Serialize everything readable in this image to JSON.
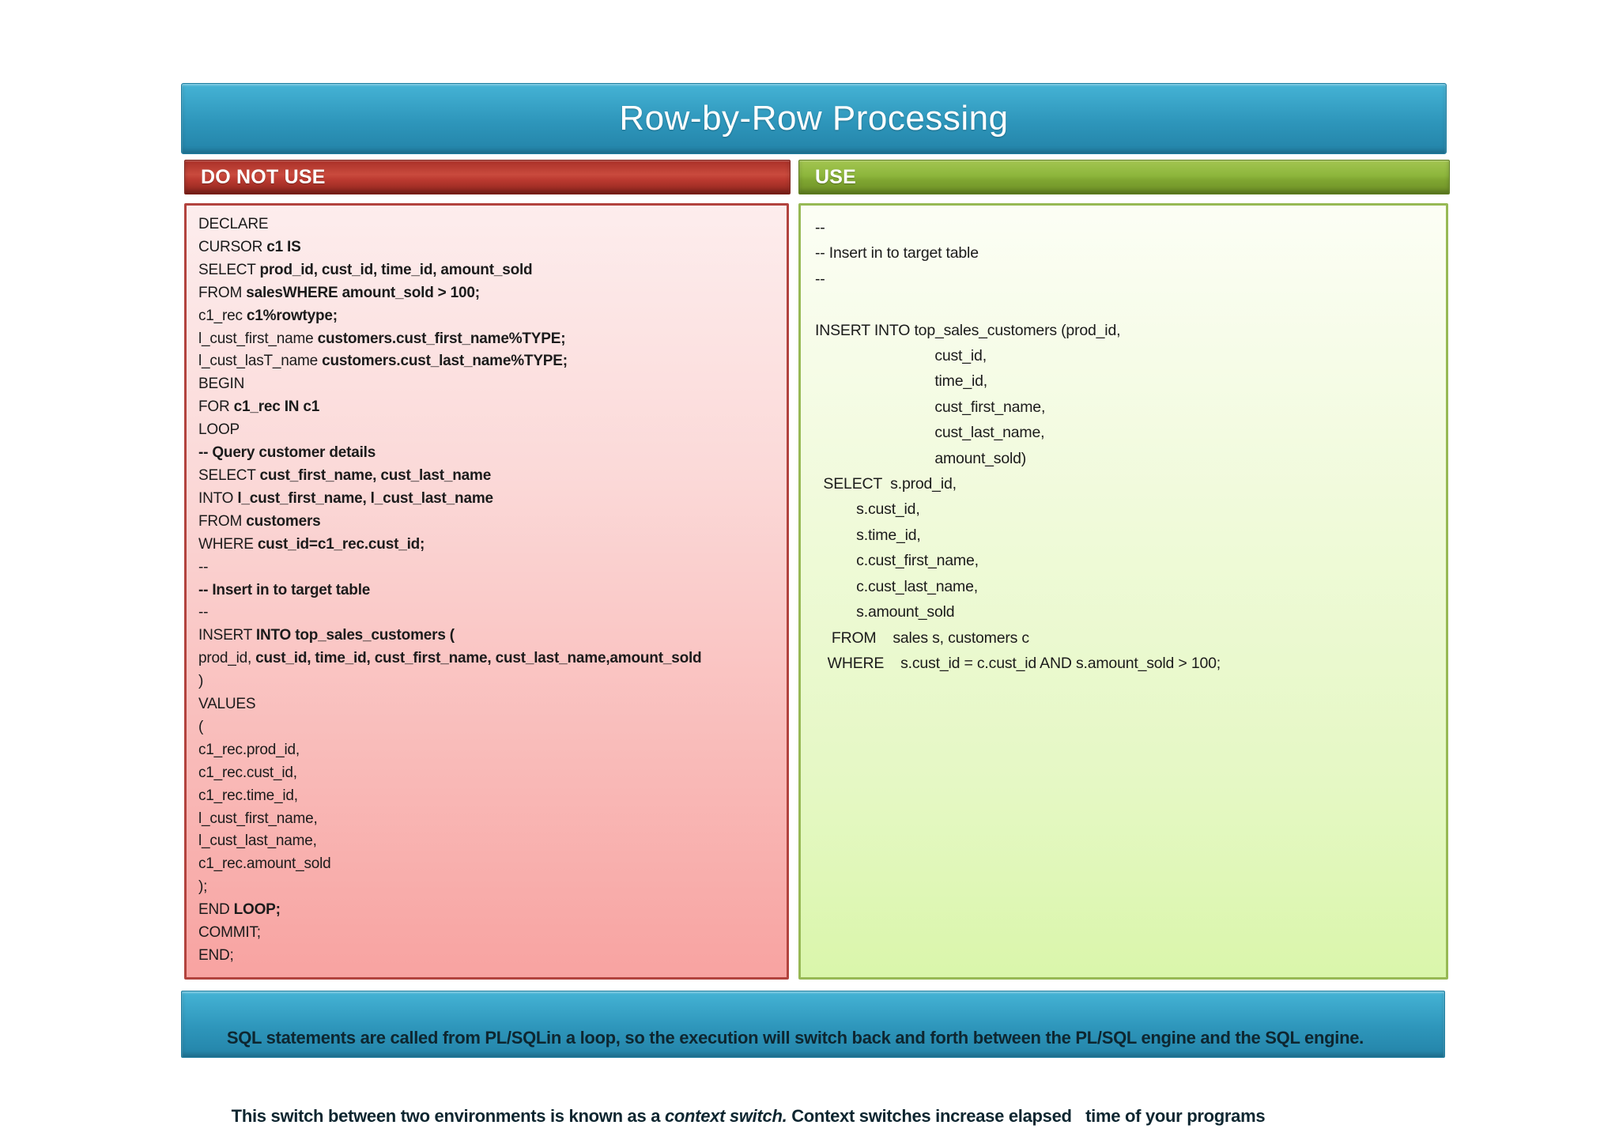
{
  "title": "Row-by-Row Processing",
  "left_panel": {
    "header": "DO NOT USE",
    "code": [
      {
        "r": "DECLARE"
      },
      {
        "r": "CURSOR ",
        "b": "c1 IS"
      },
      {
        "r": "SELECT ",
        "b": "prod_id, cust_id, time_id, amount_sold"
      },
      {
        "r": "FROM ",
        "b": "salesWHERE amount_sold > 100;"
      },
      {
        "r": "c1_rec ",
        "b": "c1%rowtype;"
      },
      {
        "r": "l_cust_first_name ",
        "b": "customers.cust_first_name%TYPE;"
      },
      {
        "r": "l_cust_lasT_name ",
        "b": "customers.cust_last_name%TYPE;"
      },
      {
        "r": "BEGIN"
      },
      {
        "r": "FOR ",
        "b": "c1_rec IN c1"
      },
      {
        "r": "LOOP"
      },
      {
        "b": "-- Query customer details"
      },
      {
        "r": "SELECT ",
        "b": "cust_first_name, cust_last_name"
      },
      {
        "r": "INTO ",
        "b": "l_cust_first_name, l_cust_last_name"
      },
      {
        "r": "FROM ",
        "b": "customers"
      },
      {
        "r": "WHERE ",
        "b": "cust_id=c1_rec.cust_id;"
      },
      {
        "r": "--"
      },
      {
        "b": "-- Insert in to target table"
      },
      {
        "r": "--"
      },
      {
        "r": "INSERT ",
        "b": "INTO top_sales_customers ("
      },
      {
        "r": "prod_id, ",
        "b": "cust_id, time_id, cust_first_name, cust_last_name,amount_sold"
      },
      {
        "r": ")"
      },
      {
        "r": "VALUES"
      },
      {
        "r": "("
      },
      {
        "r": "c1_rec.prod_id,"
      },
      {
        "r": "c1_rec.cust_id,"
      },
      {
        "r": "c1_rec.time_id,"
      },
      {
        "r": "l_cust_first_name,"
      },
      {
        "r": "l_cust_last_name,"
      },
      {
        "r": "c1_rec.amount_sold"
      },
      {
        "r": ");"
      },
      {
        "r": "END ",
        "b": "LOOP;"
      },
      {
        "r": "COMMIT;"
      },
      {
        "r": "END;"
      }
    ]
  },
  "right_panel": {
    "header": "USE",
    "code": [
      "--",
      "-- Insert in to target table",
      "--",
      "",
      "INSERT INTO top_sales_customers (prod_id,",
      "                             cust_id,",
      "                             time_id,",
      "                             cust_first_name,",
      "                             cust_last_name,",
      "                             amount_sold)",
      "  SELECT  s.prod_id,",
      "          s.cust_id,",
      "          s.time_id,",
      "          c.cust_first_name,",
      "          c.cust_last_name,",
      "          s.amount_sold",
      "    FROM    sales s, customers c",
      "   WHERE    s.cust_id = c.cust_id AND s.amount_sold > 100;"
    ]
  },
  "footer": {
    "line1": "SQL statements are called from PL/SQLin a loop, so the execution will switch back and forth between the PL/SQL engine and the SQL engine.",
    "line2_pre": " This switch between two environments is known as a ",
    "line2_italic": "context switch.",
    "line2_post": " Context switches increase elapsed   time of your programs"
  },
  "colors": {
    "title_bar_top": "#45b3d5",
    "title_bar_bottom": "#2383a8",
    "do_not_use_header": "#c94a3d",
    "use_header": "#8db63c",
    "do_not_use_panel_top": "#fdeded",
    "do_not_use_panel_bottom": "#f8a3a1",
    "do_not_use_panel_border": "#b2433e",
    "use_panel_top": "#fcfef5",
    "use_panel_bottom": "#daf6ab",
    "use_panel_border": "#97b955",
    "footer_text": "#0e2630",
    "code_text": "#1b1b1b"
  }
}
